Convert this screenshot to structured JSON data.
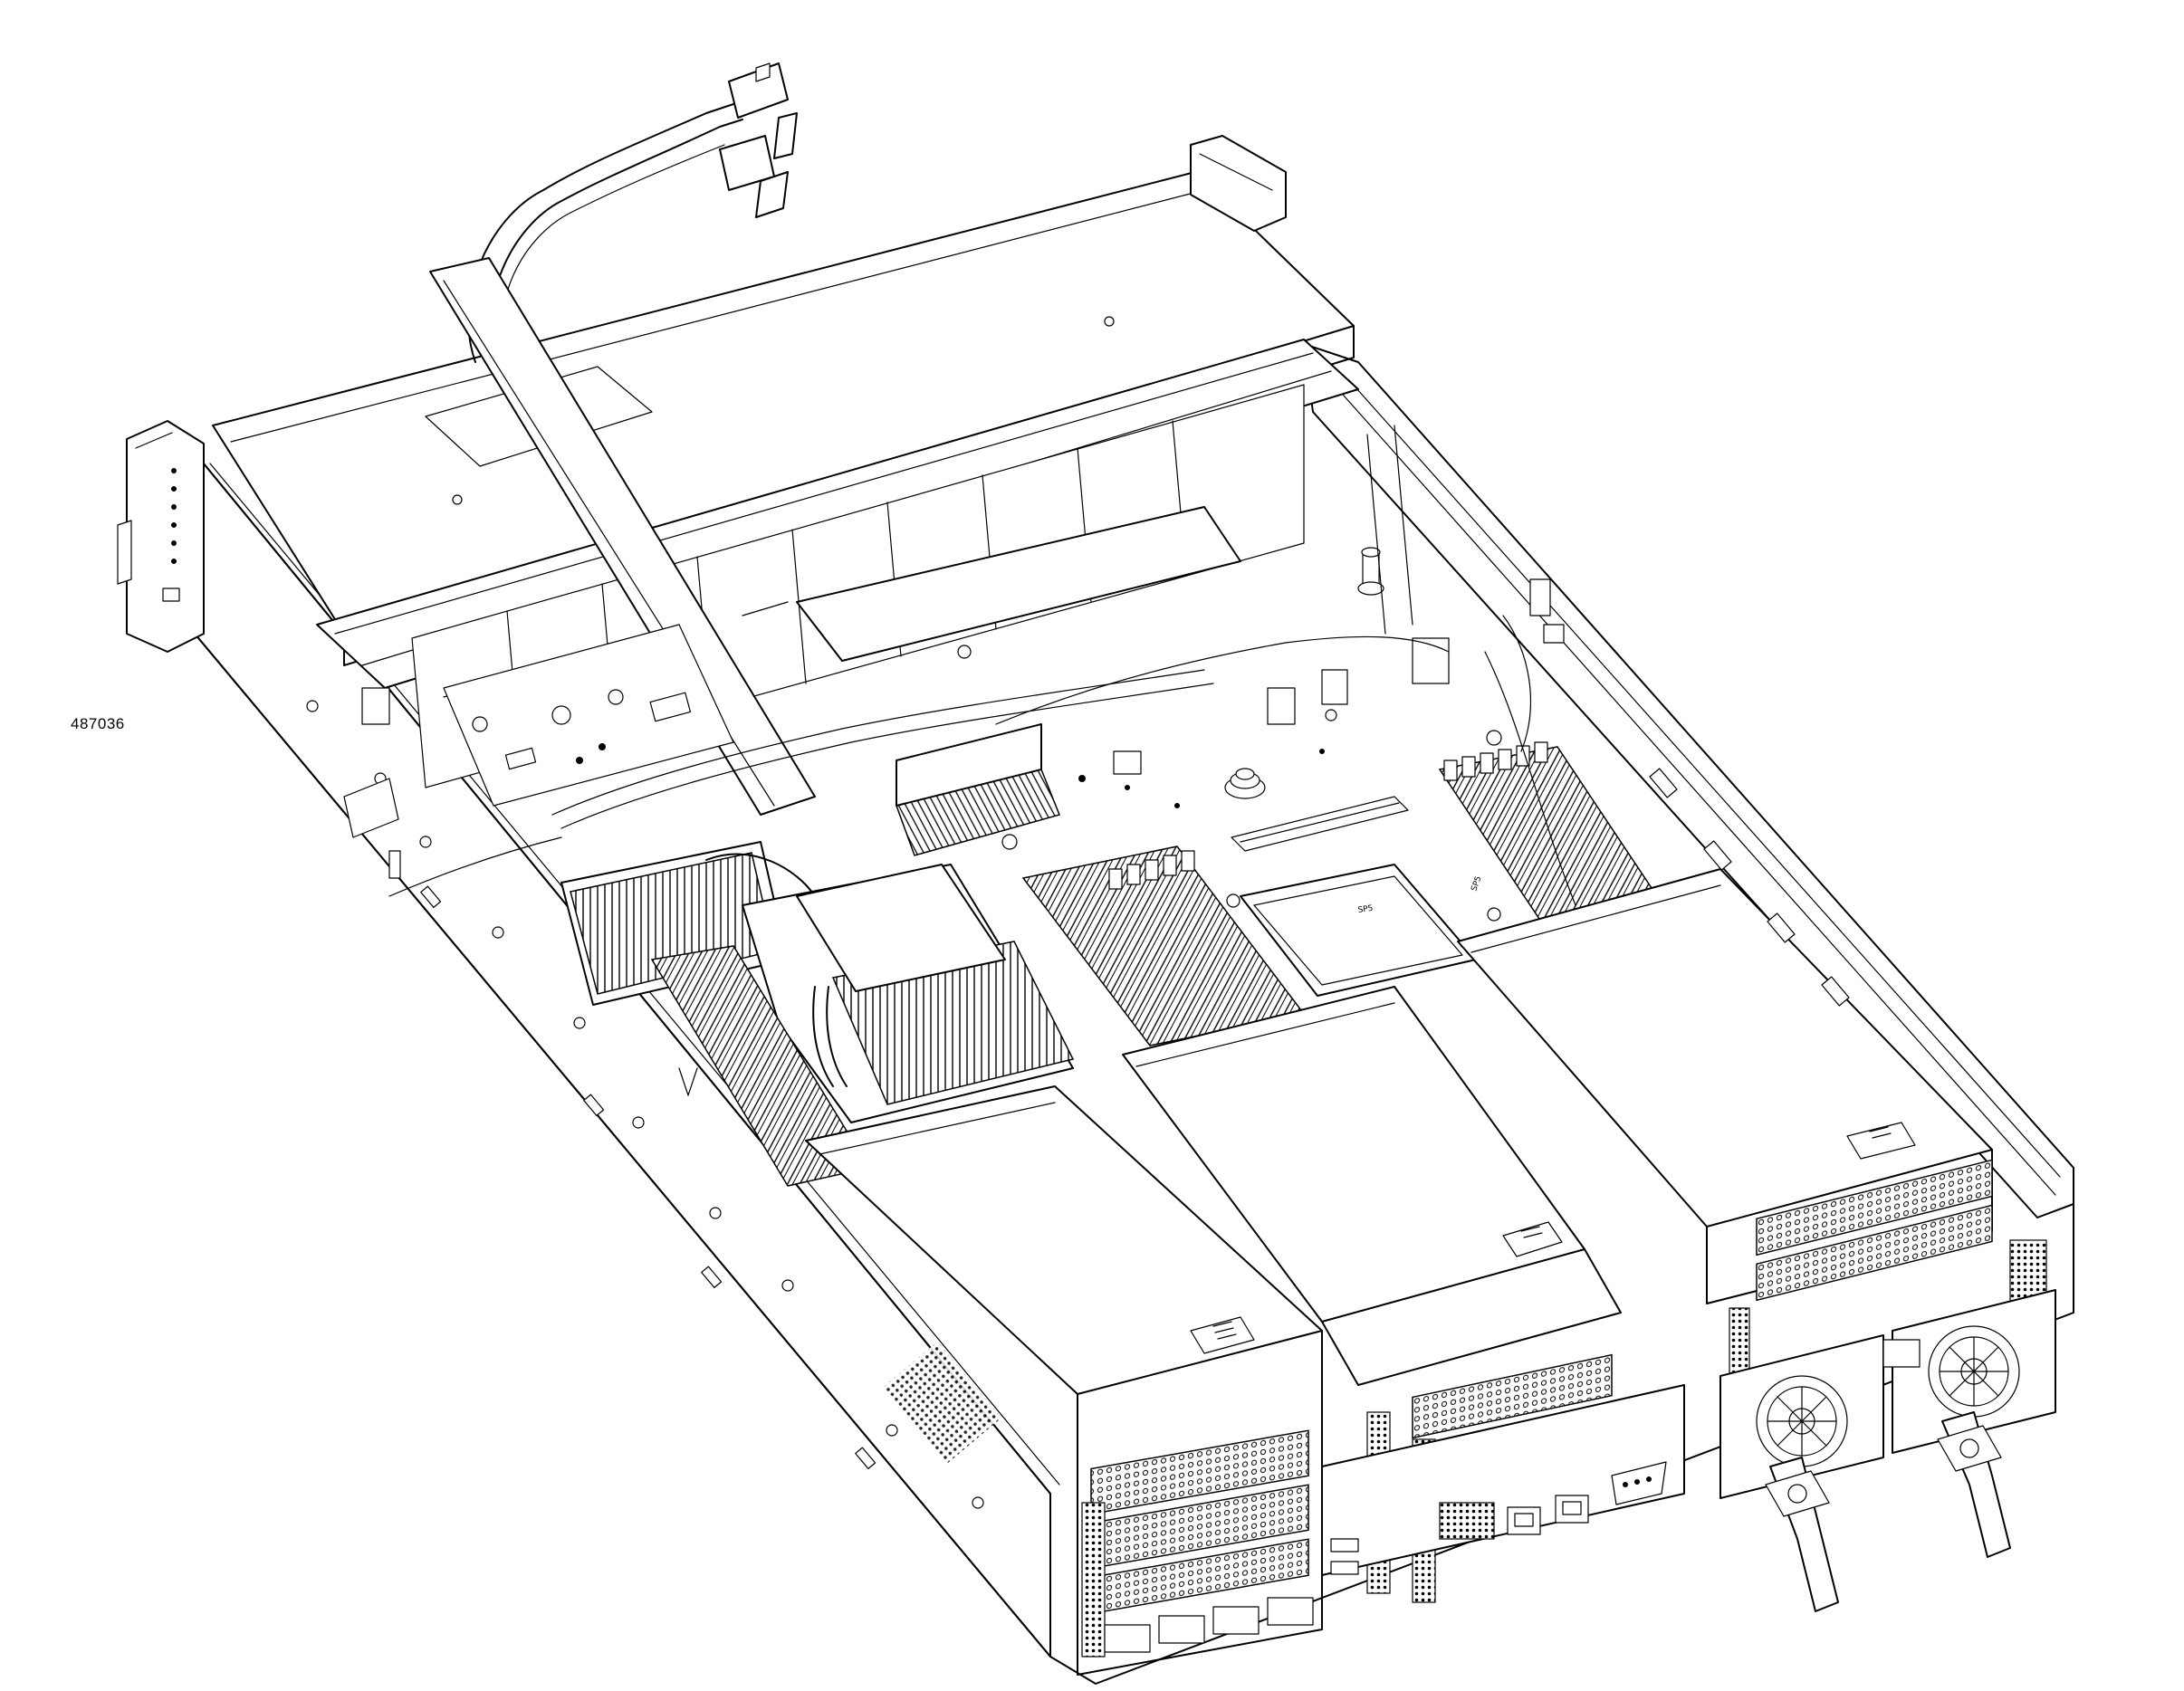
{
  "figure": {
    "number": "487036"
  },
  "labels": {
    "sp5_socket_left": "SP5",
    "sp5_socket_right": "SP5"
  },
  "colors": {
    "line": "#000000",
    "background": "#ffffff"
  }
}
